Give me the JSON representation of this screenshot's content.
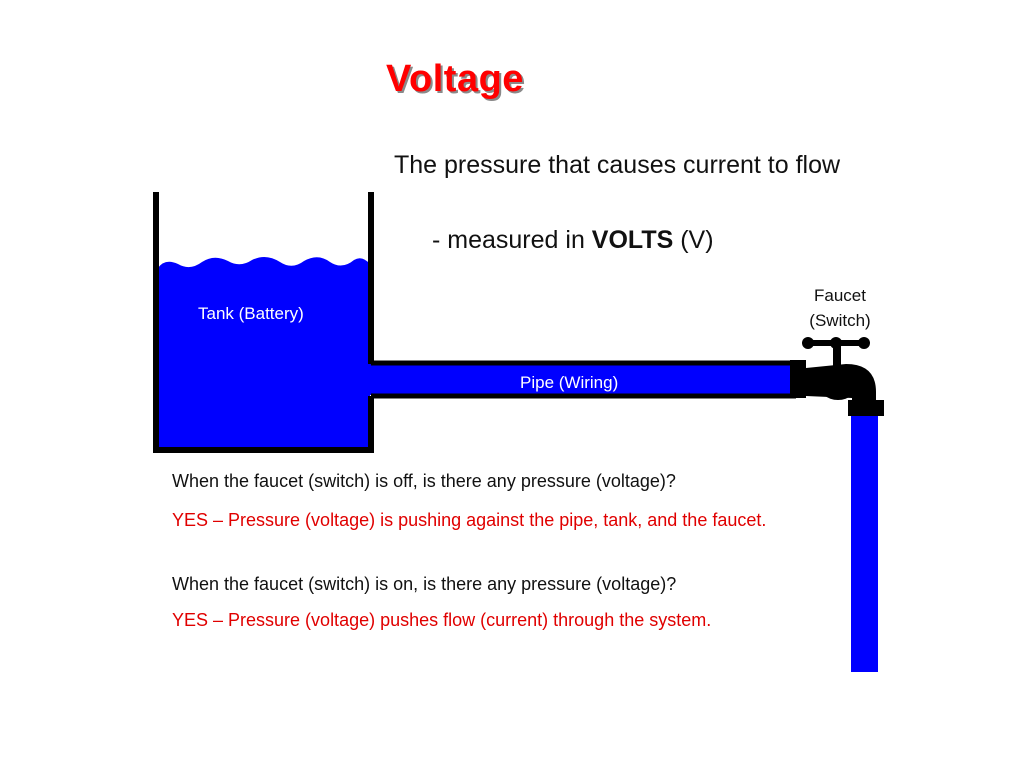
{
  "slide": {
    "title": "Voltage",
    "definition": "The pressure that causes current to flow",
    "measured": {
      "prefix": "- measured in ",
      "unit_word": "VOLTS",
      "suffix": " (V)"
    }
  },
  "diagram": {
    "tank_label": "Tank (Battery)",
    "pipe_label": "Pipe (Wiring)",
    "faucet_label_line1": "Faucet",
    "faucet_label_line2": "(Switch)",
    "colors": {
      "water": "#0000ff",
      "outline": "#000000"
    },
    "icons": [
      "faucet-icon"
    ]
  },
  "qa": [
    {
      "question": "When the faucet (switch) is off, is there any pressure (voltage)?",
      "answer": "YES – Pressure (voltage) is pushing against the pipe, tank, and the faucet."
    },
    {
      "question": "When the faucet (switch) is on, is there any pressure (voltage)?",
      "answer": "YES – Pressure (voltage) pushes flow (current) through the system."
    }
  ],
  "colors": {
    "title": "#ff0000",
    "answer_text": "#e00000",
    "body_text": "#111111"
  }
}
